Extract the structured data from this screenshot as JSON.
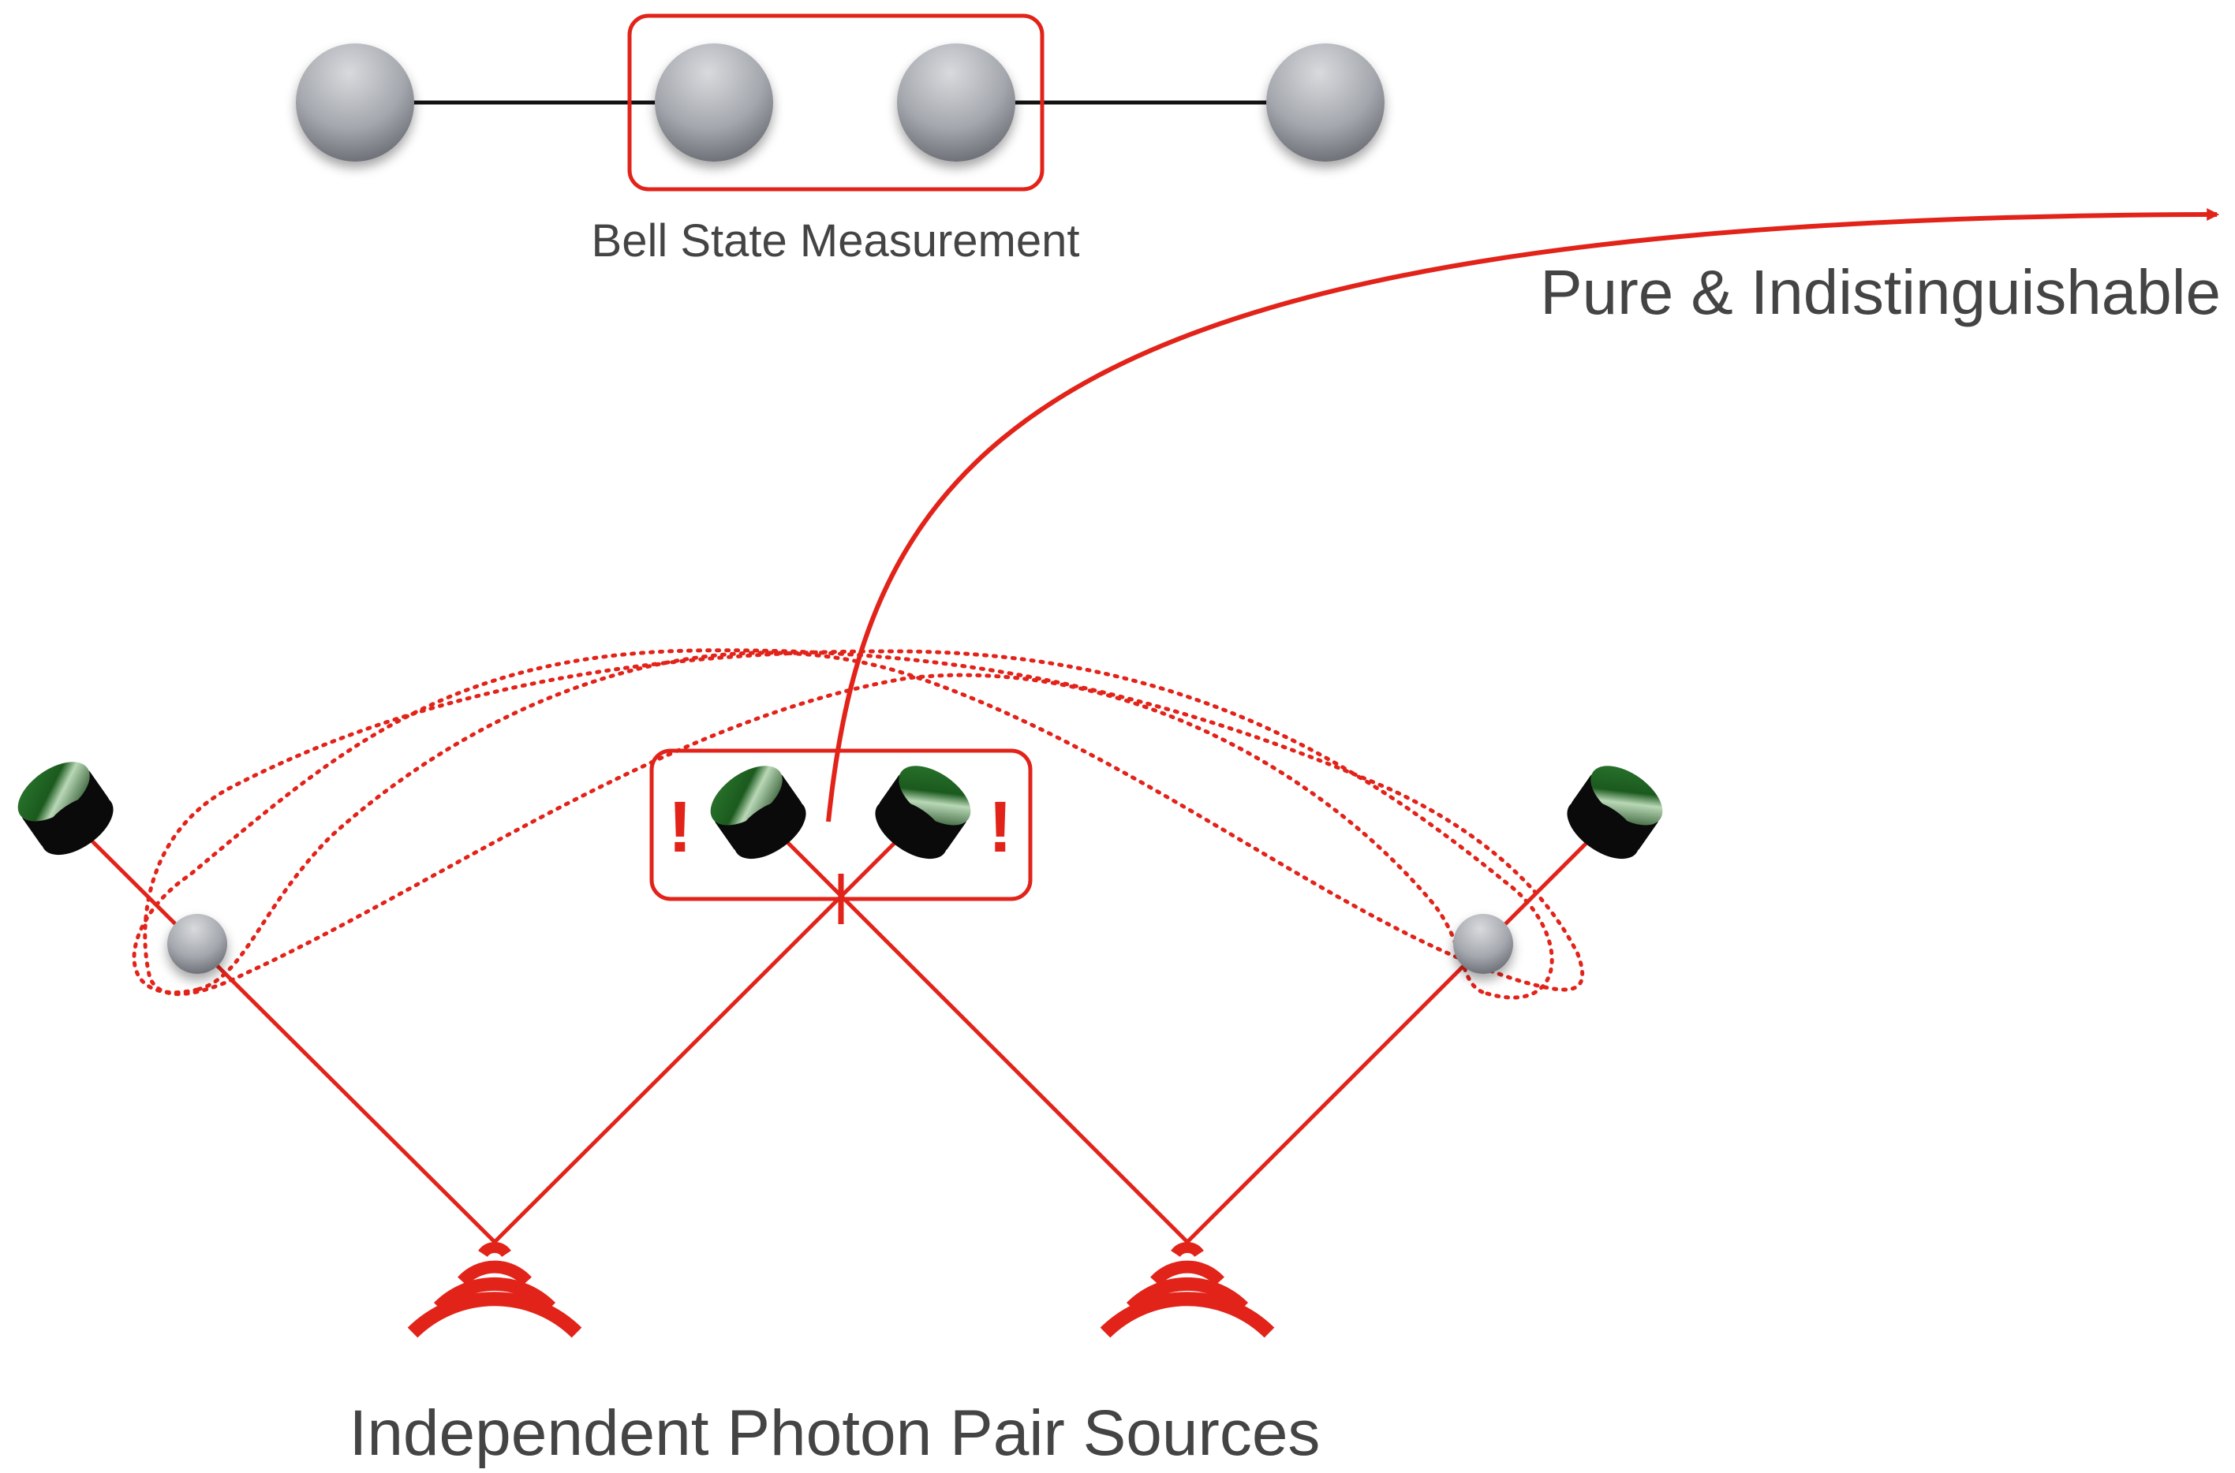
{
  "labels": {
    "bell_state_measurement": "Bell State Measurement",
    "pure_indistinguishable": "Pure & Indistinguishable",
    "independent_sources": "Independent Photon Pair Sources",
    "warning_left": "!",
    "warning_right": "!"
  },
  "colors": {
    "accent_red": "#e2231a",
    "node_gray": "#9b9ea4",
    "detector_green": "#1f6b24",
    "text_gray": "#444444"
  }
}
